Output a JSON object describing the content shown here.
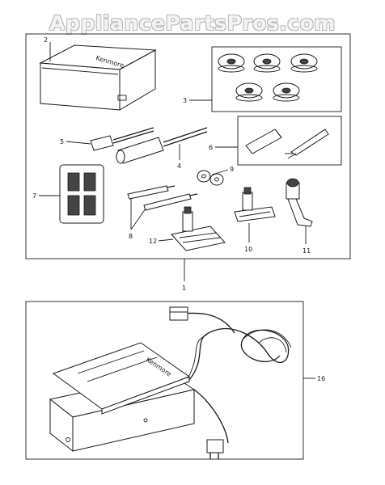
{
  "watermark": "AppliancePartsPros.com",
  "callouts": {
    "c1": "1",
    "c2": "2",
    "c3": "3",
    "c4": "4",
    "c5": "5",
    "c6": "6",
    "c7": "7",
    "c8": "8",
    "c9": "9",
    "c10": "10",
    "c11": "11",
    "c12": "12",
    "c16": "16"
  },
  "case_brand": "Kenmore",
  "pedal_brand": "Kenmore"
}
